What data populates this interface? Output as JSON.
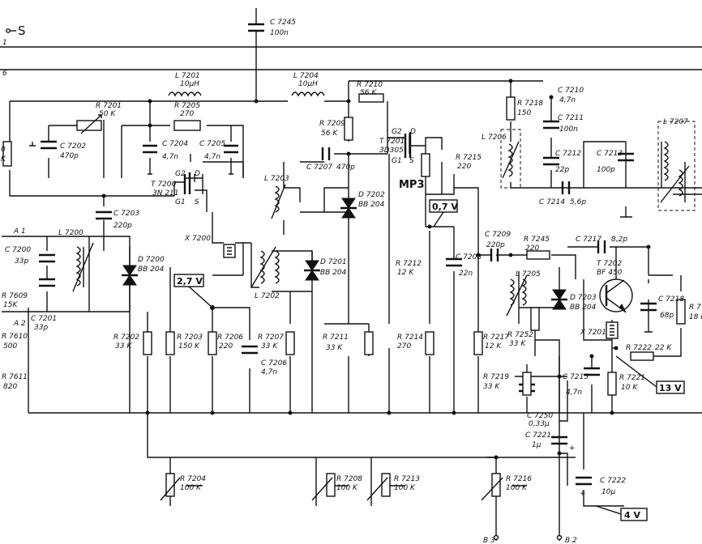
{
  "top_labels": {
    "s": "S",
    "line_1": "1",
    "line_6": "6"
  },
  "module_label": "MP3",
  "voltages": [
    "0,7 V",
    "2,7 V",
    "13 V",
    "4 V"
  ],
  "inputs": [
    "A 1",
    "A 2"
  ],
  "outputs": [
    "B 3",
    "B 2"
  ],
  "components": [
    {
      "ref": "C 7245",
      "value": "100n"
    },
    {
      "ref": "L 7201",
      "value": "10µH"
    },
    {
      "ref": "L 7204",
      "value": "10µH"
    },
    {
      "ref": "R 7210",
      "value": "56 K"
    },
    {
      "ref": "R 7201",
      "value": "50 K"
    },
    {
      "ref": "R 7205",
      "value": "270"
    },
    {
      "ref": "C 7202",
      "value": "470p"
    },
    {
      "ref": "C 7204",
      "value": "4,7n"
    },
    {
      "ref": "C 7205",
      "value": "4,7n"
    },
    {
      "ref": "R 7209",
      "value": "56 K"
    },
    {
      "ref": "T 7201",
      "value": "3D305"
    },
    {
      "ref": "R 7215",
      "value": "220"
    },
    {
      "ref": "R 7218",
      "value": "150"
    },
    {
      "ref": "C 7210",
      "value": "4,7n"
    },
    {
      "ref": "C 7211",
      "value": "100n"
    },
    {
      "ref": "L 7206",
      "value": ""
    },
    {
      "ref": "C 7212",
      "value": "22p"
    },
    {
      "ref": "C 7213",
      "value": "100p"
    },
    {
      "ref": "L 7207",
      "value": ""
    },
    {
      "ref": "C 7214",
      "value": "5,6p"
    },
    {
      "ref": "T 7200",
      "value": "3N 211"
    },
    {
      "ref": "C 7207",
      "value": "470p"
    },
    {
      "ref": "L 7203",
      "value": ""
    },
    {
      "ref": "D 7202",
      "value": "BB 204"
    },
    {
      "ref": "C 7203",
      "value": "220p"
    },
    {
      "ref": "L 7200",
      "value": ""
    },
    {
      "ref": "C 7200",
      "value": "33p"
    },
    {
      "ref": "D 7200",
      "value": "BB 204"
    },
    {
      "ref": "X 7200",
      "value": ""
    },
    {
      "ref": "R 7609",
      "value": "15K"
    },
    {
      "ref": "C 7201",
      "value": "33p"
    },
    {
      "ref": "R 7610",
      "value": "500"
    },
    {
      "ref": "L 7202",
      "value": ""
    },
    {
      "ref": "D 7201",
      "value": "BB 204"
    },
    {
      "ref": "R 7212",
      "value": "12 K"
    },
    {
      "ref": "C 7208",
      "value": "22n"
    },
    {
      "ref": "C 7209",
      "value": "220p"
    },
    {
      "ref": "R 7245",
      "value": "220"
    },
    {
      "ref": "C 7217",
      "value": "8,2p"
    },
    {
      "ref": "T 7202",
      "value": "BF 450"
    },
    {
      "ref": "L 7205",
      "value": ""
    },
    {
      "ref": "D 7203",
      "value": "BB 204"
    },
    {
      "ref": "C 7218",
      "value": "68p"
    },
    {
      "ref": "X 7201",
      "value": ""
    },
    {
      "ref": "R 7202",
      "value": "33 K"
    },
    {
      "ref": "R 7203",
      "value": "150 K"
    },
    {
      "ref": "R 7206",
      "value": "220"
    },
    {
      "ref": "R 7207",
      "value": "33 K"
    },
    {
      "ref": "R 7211",
      "value": "33 K"
    },
    {
      "ref": "R 7214",
      "value": "270"
    },
    {
      "ref": "R 7217",
      "value": "12 K"
    },
    {
      "ref": "R 7252",
      "value": "33 K"
    },
    {
      "ref": "R 7222",
      "value": "22 K"
    },
    {
      "ref": "C 7206",
      "value": "4,7n"
    },
    {
      "ref": "R 7219",
      "value": "33 K"
    },
    {
      "ref": "C 7215",
      "value": "4,7n"
    },
    {
      "ref": "R 7221",
      "value": "10 K"
    },
    {
      "ref": "R 7611",
      "value": "820"
    },
    {
      "ref": "C 7250",
      "value": "0,33µ"
    },
    {
      "ref": "C 7221",
      "value": "1µ"
    },
    {
      "ref": "R 7204",
      "value": "100 K"
    },
    {
      "ref": "R 7208",
      "value": "100 K"
    },
    {
      "ref": "R 7213",
      "value": "100 K"
    },
    {
      "ref": "R 7216",
      "value": "100 K"
    },
    {
      "ref": "C 7222",
      "value": "10µ"
    }
  ],
  "fragments": {
    "left_r_value": "K",
    "left_r_mark": "0",
    "right_r_ref": "R 7",
    "right_r_value": "18 I"
  },
  "pins": {
    "g2": "G2",
    "d": "D",
    "g1": "G1",
    "s": "S",
    "plus": "+"
  }
}
